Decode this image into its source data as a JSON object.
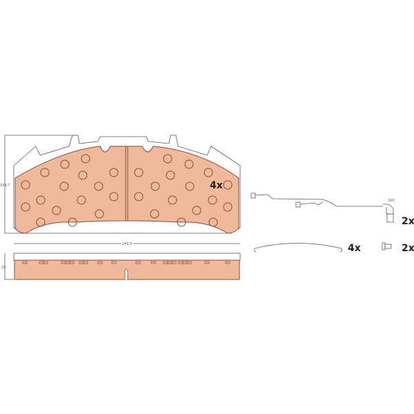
{
  "drawing": {
    "pad_height_dim": "109.7",
    "pad_width_dim": "249.5",
    "pad_thickness_dim": "29",
    "sensor_length_dim": "320",
    "pad_quantity": "4x",
    "sensor_quantity": "2x",
    "spring_quantity": "4x",
    "bolt_quantity": "2x",
    "colors": {
      "friction": "#f0b99a",
      "outline": "#8a4a3a"
    }
  }
}
